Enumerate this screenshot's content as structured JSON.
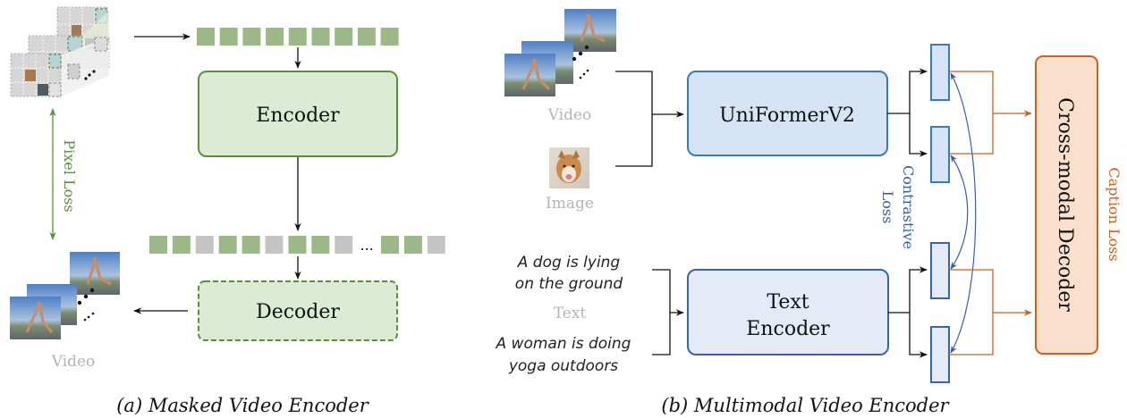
{
  "panel_a": {
    "caption": "(a) Masked Video Encoder",
    "encoder_label": "Encoder",
    "decoder_label": "Decoder",
    "video_label": "Video",
    "pixel_loss_label": "Pixel Loss",
    "ellipsis": "...",
    "input_tokens": [
      "visible",
      "visible",
      "visible",
      "visible",
      "visible",
      "visible",
      "visible",
      "visible",
      "visible"
    ],
    "masked_tokens": [
      "visible",
      "visible",
      "masked",
      "visible",
      "visible",
      "masked",
      "visible",
      "visible",
      "masked",
      "ellipsis",
      "visible",
      "visible",
      "masked"
    ]
  },
  "panel_b": {
    "caption": "(b) Multimodal Video Encoder",
    "video_label": "Video",
    "image_label": "Image",
    "text_label": "Text",
    "text_sample_1_line1": "A dog is lying",
    "text_sample_1_line2": "on the ground",
    "text_sample_2_line1": "A woman is doing",
    "text_sample_2_line2": "yoga outdoors",
    "vision_encoder_label": "UniFormerV2",
    "text_encoder_label_line1": "Text",
    "text_encoder_label_line2": "Encoder",
    "decoder_label": "Cross-modal Decoder",
    "contrastive_loss_line1": "Contrastive",
    "contrastive_loss_line2": "Loss",
    "caption_loss_label": "Caption Loss"
  },
  "colors": {
    "green_stroke": "#5a8f3c",
    "green_fill": "#dcebd3",
    "token_green": "#9bb887",
    "token_gray": "#c4c4c4",
    "blue_stroke": "#3d78b8",
    "blue_fill": "#d5e5f5",
    "text_blue_stroke": "#3a64a6",
    "text_blue_fill": "#e4eaf6",
    "orange_stroke": "#c9621f",
    "orange_fill": "#fadfcd",
    "contrastive_text": "#3a5fa0",
    "caption_loss_text": "#c9621f",
    "pixel_loss_text": "#5a8f3c"
  }
}
